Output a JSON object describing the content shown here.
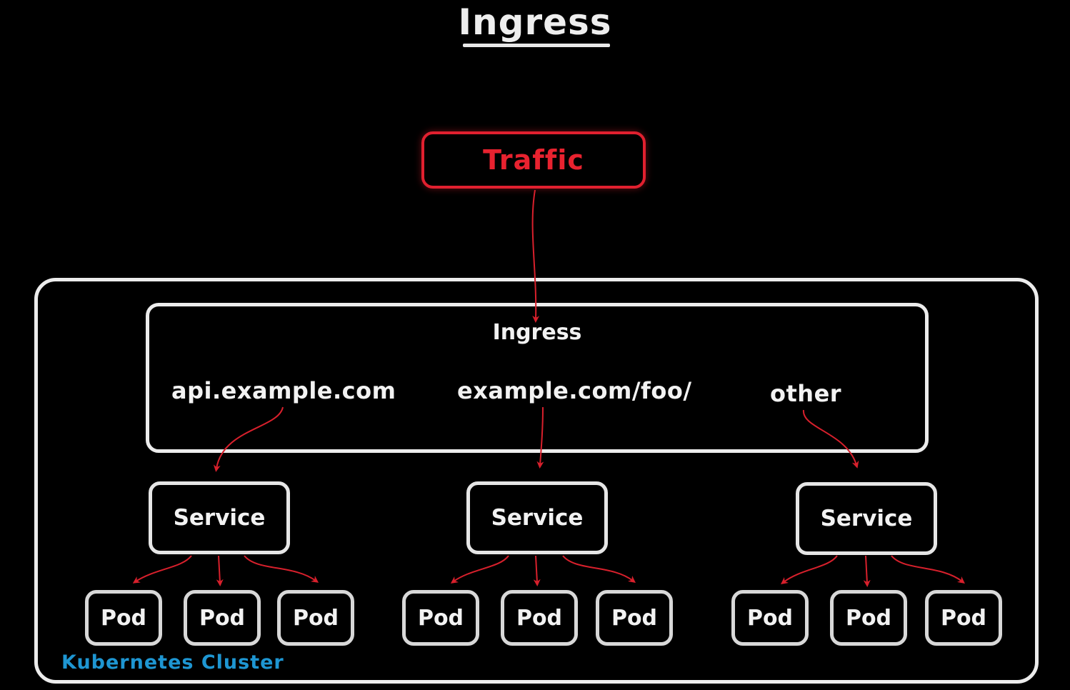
{
  "title": "Ingress",
  "traffic": {
    "label": "Traffic"
  },
  "ingress": {
    "label": "Ingress",
    "rules": [
      {
        "label": "api.example.com"
      },
      {
        "label": "example.com/foo/"
      },
      {
        "label": "other"
      }
    ]
  },
  "services": [
    {
      "label": "Service",
      "pods": [
        "Pod",
        "Pod",
        "Pod"
      ]
    },
    {
      "label": "Service",
      "pods": [
        "Pod",
        "Pod",
        "Pod"
      ]
    },
    {
      "label": "Service",
      "pods": [
        "Pod",
        "Pod",
        "Pod"
      ]
    }
  ],
  "cluster": {
    "label": "Kubernetes Cluster"
  },
  "colors": {
    "background": "#000000",
    "traffic": "#e0202f",
    "arrow": "#d8202c",
    "box_border": "#ececec",
    "cluster_label": "#1e96d2"
  }
}
